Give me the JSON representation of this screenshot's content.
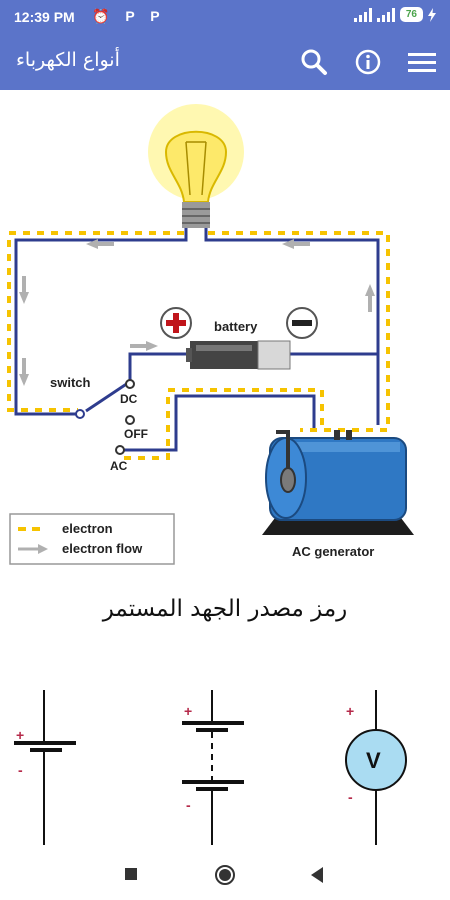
{
  "status": {
    "time": "12:39 PM",
    "left_icons": "⏰ P P",
    "battery": "76"
  },
  "app": {
    "title": "أنواع الكهرباء"
  },
  "diagram": {
    "battery_label": "battery",
    "switch_label": "switch",
    "dc_label": "DC",
    "off_label": "OFF",
    "ac_label": "AC",
    "generator_label": "AC generator",
    "legend_electron": "electron",
    "legend_flow": "electron flow"
  },
  "section": {
    "heading": "رمز مصدر الجهد المستمر"
  },
  "symbols": {
    "plus": "+",
    "minus": "-",
    "voltmeter": "V"
  },
  "colors": {
    "appbar": "#5b74c9",
    "wire": "#2e3c8e",
    "electron": "#f6c300",
    "generator": "#2f78c4"
  }
}
